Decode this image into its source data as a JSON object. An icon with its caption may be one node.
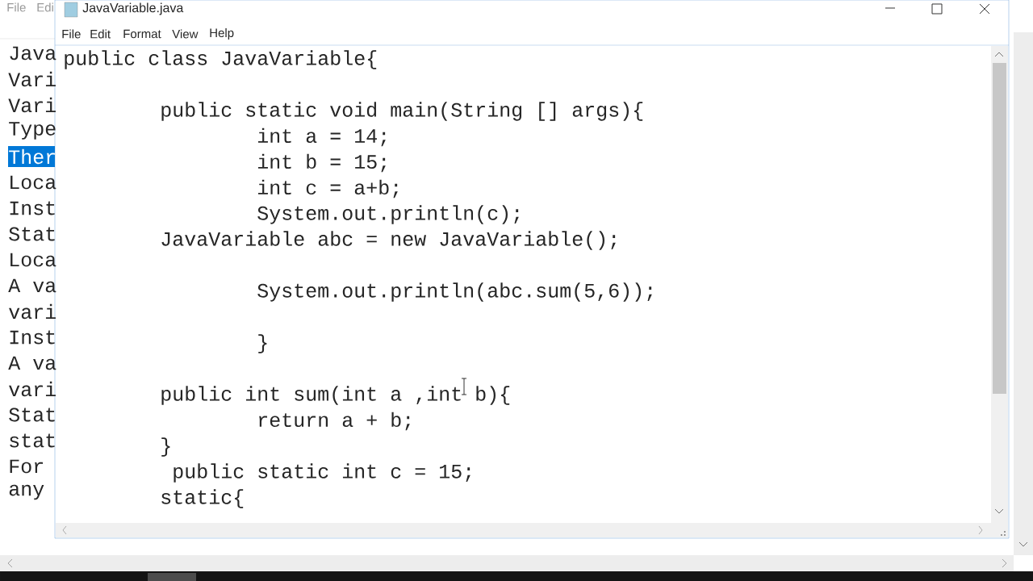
{
  "diagram": {
    "title": "JavaVariable.java",
    "labels": [
      "File",
      "Edi",
      "File",
      "Edit",
      "Format",
      "View",
      "Help",
      "Java",
      "Vari",
      "Vari",
      "Type",
      "Ther",
      "Loca",
      "Inst",
      "Stat",
      "Loca",
      "A va",
      "vari",
      "Inst",
      "A va",
      "vari",
      "Stat",
      "stat",
      "For",
      "any",
      "public class JavaVariable{",
      "public static void main(String [] args){",
      "int a = 14;",
      "int b = 15;",
      "int c = a+b;",
      "System.out.println(c);",
      "JavaVariable abc = new JavaVariable();",
      "System.out.println(abc.sum(5,6));",
      "}",
      "public  int sum(int a ,int b){",
      "return a + b;",
      "}",
      "public static int c = 15;",
      "static{"
    ]
  }
}
